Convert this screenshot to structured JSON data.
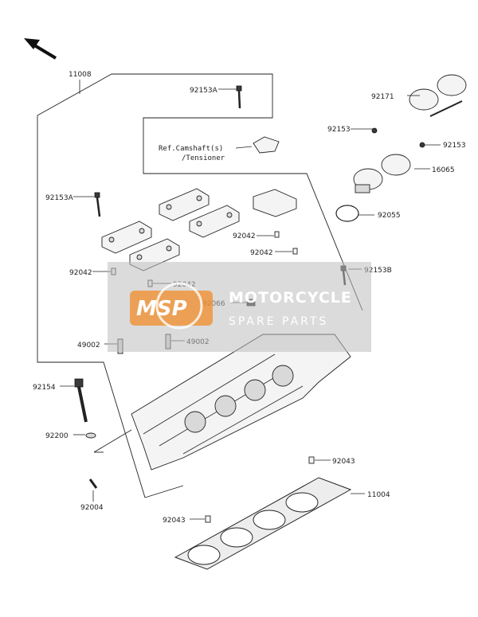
{
  "diagram": {
    "parts": {
      "p11008": "11008",
      "p92153A_top": "92153A",
      "p92171": "92171",
      "p92153_left": "92153",
      "p92153_right": "92153",
      "p16065": "16065",
      "p92153A_left": "92153A",
      "p92055": "92055",
      "p92042_a": "92042",
      "p92042_b": "92042",
      "p92042_c": "92042",
      "p92042_d": "92042",
      "p92153B": "92153B",
      "p92066": "92066",
      "p49002_a": "49002",
      "p49002_b": "49002",
      "p92154": "92154",
      "p92200": "92200",
      "p92043_a": "92043",
      "p92004": "92004",
      "p11004": "11004",
      "p92043_b": "92043"
    },
    "reference_note_line1": "Ref.Camshaft(s)",
    "reference_note_line2": "/Tensioner",
    "direction_icon": "arrow-up-left-icon"
  },
  "watermark": {
    "logo_text": "MSP",
    "title": "MOTORCYCLE",
    "subtitle": "SPARE PARTS",
    "colors": {
      "logo_orange": "#f28c28",
      "panel_gray": "#bdbdbd"
    }
  }
}
